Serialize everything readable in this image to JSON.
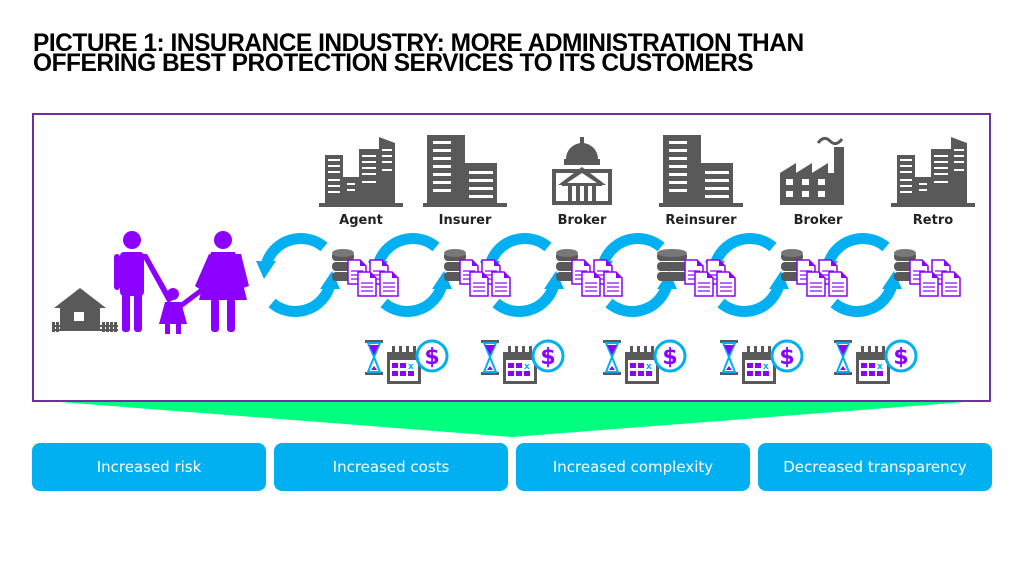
{
  "title": {
    "line1": "PICTURE 1: INSURANCE INDUSTRY: MORE ADMINISTRATION THAN",
    "line2": "OFFERING BEST PROTECTION SERVICES TO ITS CUSTOMERS"
  },
  "colors": {
    "frame_border": "#7030a0",
    "purple": "#8b00ff",
    "cycle_arrow": "#00b0f0",
    "icon_gray": "#595959",
    "funnel": "#00ff7f",
    "outcome_box": "#00b0f0"
  },
  "customer": {
    "icons": [
      "house-icon",
      "family-icon"
    ]
  },
  "chain": [
    {
      "label": "Agent",
      "icon": "office-towers-icon"
    },
    {
      "label": "Insurer",
      "icon": "office-building-icon"
    },
    {
      "label": "Broker",
      "icon": "government-building-icon"
    },
    {
      "label": "Reinsurer",
      "icon": "office-building-icon"
    },
    {
      "label": "Broker",
      "icon": "factory-icon"
    },
    {
      "label": "Retro",
      "icon": "office-towers-icon"
    }
  ],
  "flow_icons": [
    "database-icon",
    "documents-icon",
    "cycle-arrows-icon"
  ],
  "admin_icons": [
    "hourglass-icon",
    "calendar-icon",
    "dollar-icon"
  ],
  "outcomes": [
    "Increased risk",
    "Increased costs",
    "Increased complexity",
    "Decreased transparency"
  ]
}
